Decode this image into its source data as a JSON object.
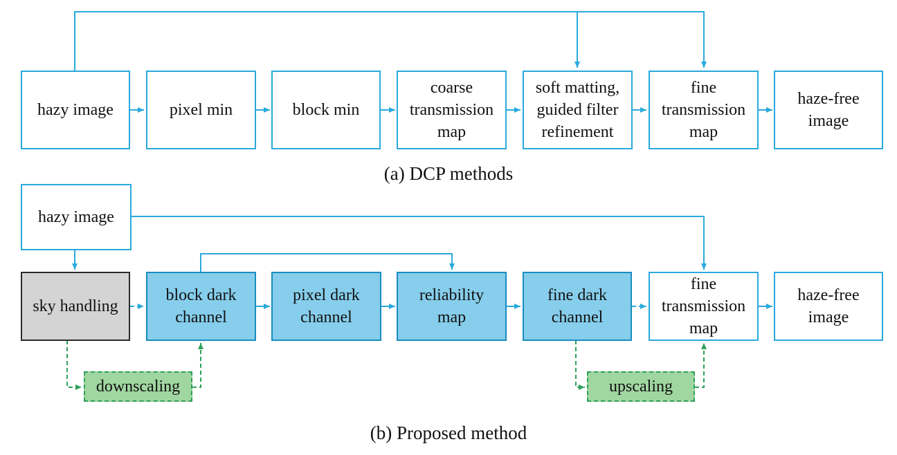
{
  "colors": {
    "outline": "#29a9dc",
    "arrow": "#29a9dc",
    "fill_blue": "#86ceec",
    "fill_gray": "#d4d4d4",
    "fill_green": "#a0d6a0",
    "dashed_green": "#2ea05a"
  },
  "panel_a": {
    "caption": "(a) DCP methods",
    "boxes": {
      "hazy_image": "hazy image",
      "pixel_min": "pixel min",
      "block_min": "block min",
      "coarse_map": "coarse\ntransmission\nmap",
      "refinement": "soft matting,\nguided filter\nrefinement",
      "fine_map": "fine\ntransmission\nmap",
      "haze_free": "haze-free\nimage"
    }
  },
  "panel_b": {
    "caption": "(b) Proposed method",
    "boxes": {
      "hazy_image": "hazy image",
      "sky_handling": "sky handling",
      "block_dark": "block dark\nchannel",
      "pixel_dark": "pixel dark\nchannel",
      "reliability": "reliability\nmap",
      "fine_dark": "fine dark\nchannel",
      "fine_map": "fine\ntransmission\nmap",
      "haze_free": "haze-free\nimage",
      "downscaling": "downscaling",
      "upscaling": "upscaling"
    }
  }
}
